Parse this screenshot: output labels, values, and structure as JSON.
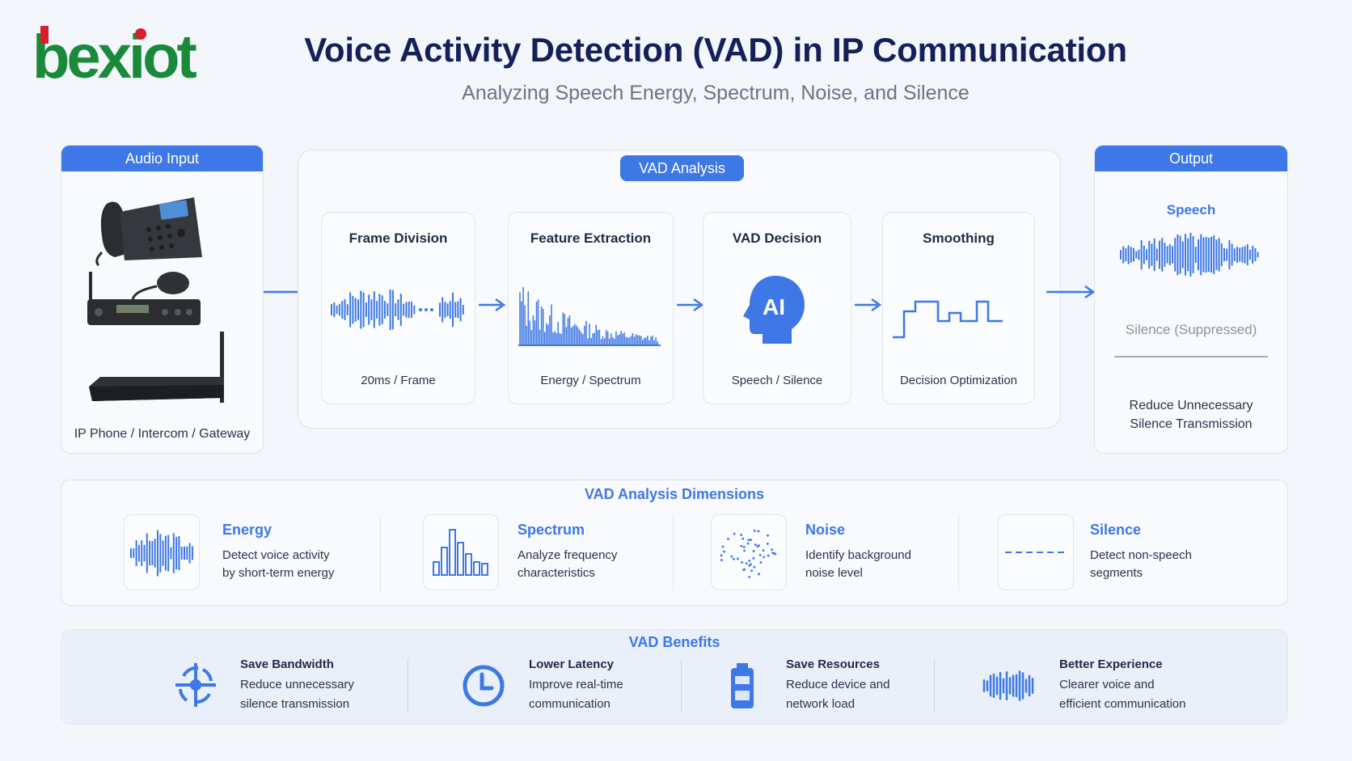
{
  "brand": {
    "logo_text": "bexiot",
    "logo_green": "#1a8a3a",
    "logo_red": "#d81e2a"
  },
  "header": {
    "title": "Voice Activity Detection (VAD) in IP Communication",
    "subtitle": "Analyzing Speech Energy, Spectrum, Noise, and Silence"
  },
  "colors": {
    "accent": "#3d78e6",
    "title": "#14205a"
  },
  "input": {
    "heading": "Audio Input",
    "caption": "IP Phone / Intercom / Gateway",
    "devices": [
      "ip-phone",
      "radio-intercom",
      "gateway"
    ]
  },
  "analysis": {
    "heading": "VAD Analysis",
    "steps": [
      {
        "title": "Frame Division",
        "caption": "20ms / Frame",
        "icon": "waveform-frames-icon"
      },
      {
        "title": "Feature Extraction",
        "caption": "Energy / Spectrum",
        "icon": "spectrum-icon"
      },
      {
        "title": "VAD Decision",
        "caption": "Speech / Silence",
        "icon": "ai-head-icon",
        "badge": "AI"
      },
      {
        "title": "Smoothing",
        "caption": "Decision Optimization",
        "icon": "step-signal-icon"
      }
    ]
  },
  "output": {
    "heading": "Output",
    "speech_label": "Speech",
    "silence_label": "Silence (Suppressed)",
    "note_line1": "Reduce Unnecessary",
    "note_line2": "Silence Transmission"
  },
  "dimensions": {
    "heading": "VAD Analysis Dimensions",
    "items": [
      {
        "name": "Energy",
        "line1": "Detect voice activity",
        "line2": "by short-term energy",
        "icon": "waveform-icon"
      },
      {
        "name": "Spectrum",
        "line1": "Analyze frequency",
        "line2": "characteristics",
        "icon": "bars-icon"
      },
      {
        "name": "Noise",
        "line1": "Identify background",
        "line2": "noise level",
        "icon": "noise-dots-icon"
      },
      {
        "name": "Silence",
        "line1": "Detect non-speech",
        "line2": "segments",
        "icon": "dashed-line-icon"
      }
    ]
  },
  "benefits": {
    "heading": "VAD Benefits",
    "items": [
      {
        "name": "Save Bandwidth",
        "line1": "Reduce unnecessary",
        "line2": "silence transmission",
        "icon": "crosshair-icon"
      },
      {
        "name": "Lower Latency",
        "line1": "Improve real-time",
        "line2": "communication",
        "icon": "clock-icon"
      },
      {
        "name": "Save Resources",
        "line1": "Reduce device and",
        "line2": "network load",
        "icon": "battery-icon"
      },
      {
        "name": "Better Experience",
        "line1": "Clearer voice and",
        "line2": "efficient communication",
        "icon": "voice-wave-icon"
      }
    ]
  }
}
